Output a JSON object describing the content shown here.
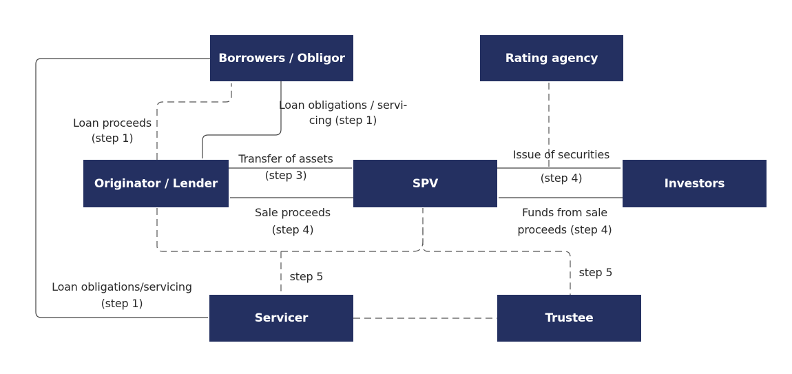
{
  "nodes": {
    "borrowers": "Borrowers / Obligor",
    "rating_agency": "Rating agency",
    "originator": "Originator / Lender",
    "spv": "SPV",
    "investors": "Investors",
    "servicer": "Servicer",
    "trustee": "Trustee"
  },
  "edges": {
    "loan_proceeds": {
      "line1": "Loan proceeds",
      "line2": "(step  1)"
    },
    "loan_obligations_top": {
      "line1": "Loan obligations / servi-",
      "line2": "cing (step  1)"
    },
    "transfer_of_assets": {
      "line1": "Transfer of assets",
      "line2": "(step 3)"
    },
    "sale_proceeds": {
      "line1": "Sale proceeds",
      "line2": "(step 4)"
    },
    "issue_of_securities": {
      "line1": "Issue of securities",
      "line2": "(step 4)"
    },
    "funds_from_sale": {
      "line1": "Funds from sale",
      "line2": "proceeds (step 4)"
    },
    "step5_left": "step 5",
    "step5_right": "step 5",
    "loan_obligations_left": {
      "line1": "Loan obligations/servicing",
      "line2": "(step  1)"
    }
  },
  "colors": {
    "node_fill": "#243061",
    "node_text": "#ffffff",
    "line": "#444444"
  }
}
